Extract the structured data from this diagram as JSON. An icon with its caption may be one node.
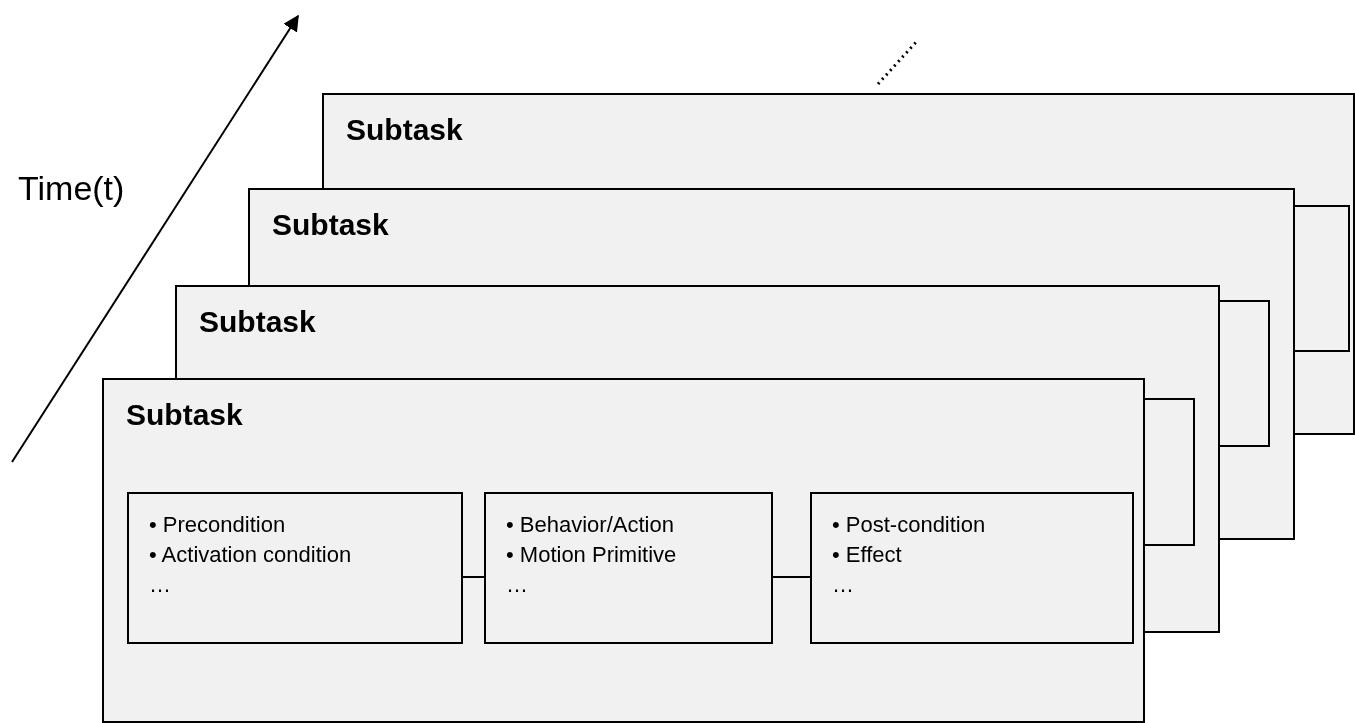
{
  "diagram": {
    "nodes": [
      {
        "text": [
          "Subtask"
        ]
      },
      {
        "text": [],
        "shape": "box"
      },
      {
        "text": [
          "Subtask"
        ]
      },
      {
        "text": [],
        "shape": "box"
      },
      {
        "text": [
          "Subtask"
        ]
      },
      {
        "text": [],
        "shape": "box"
      },
      {
        "text": [
          "Subtask"
        ]
      },
      {
        "text": [
          "• Precondition",
          "• Activation condition",
          "…"
        ],
        "in": 6
      },
      {
        "text": [
          "• Behavior/Action",
          "• Motion Primitive",
          "…"
        ],
        "in": 6
      },
      {
        "text": [
          "• Post-condition",
          "• Effect",
          "…"
        ],
        "in": 6
      }
    ],
    "edges": [
      {
        "from": 7,
        "to": 8,
        "arrow": "none"
      },
      {
        "from": 8,
        "to": 9,
        "arrow": "none"
      }
    ],
    "labels": [
      "Time(t)"
    ]
  }
}
